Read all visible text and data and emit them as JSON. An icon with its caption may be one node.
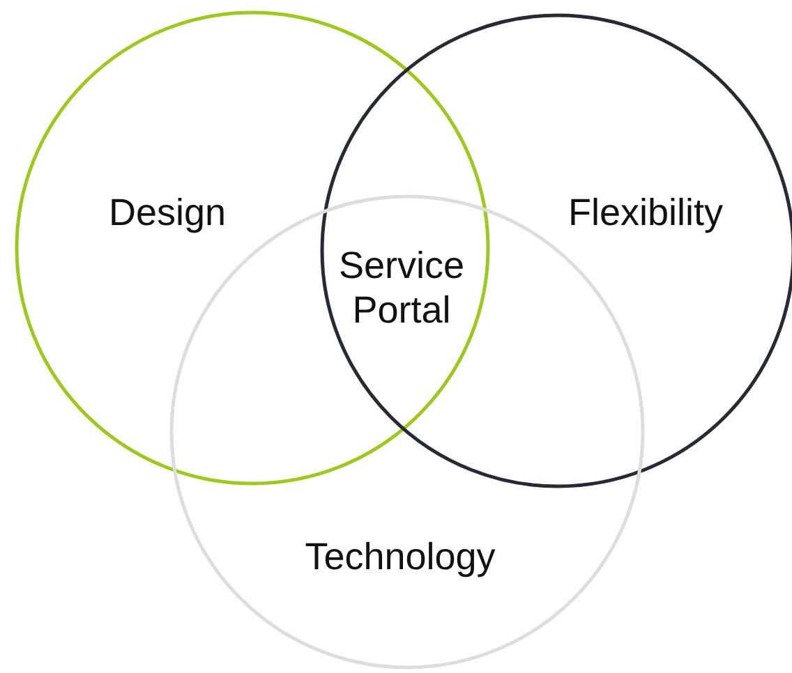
{
  "diagram": {
    "nodes": [
      {
        "text": [
          "Design"
        ]
      },
      {
        "text": [
          "Flexibility"
        ]
      },
      {
        "text": [
          "Technology"
        ]
      }
    ],
    "labels": [
      "Service Portal"
    ]
  }
}
